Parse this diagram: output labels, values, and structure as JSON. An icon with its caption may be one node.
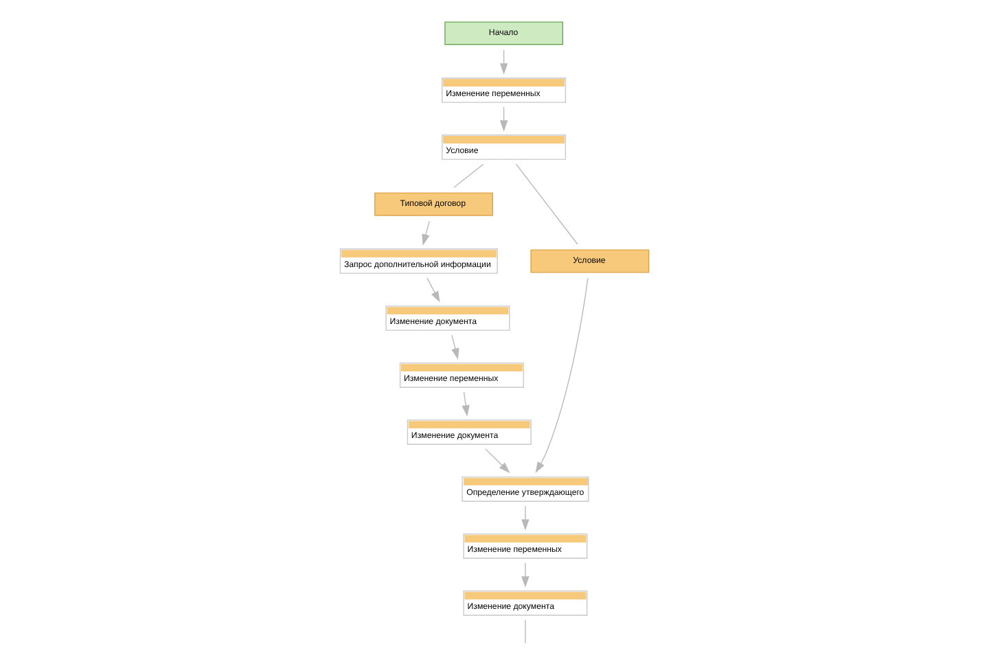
{
  "diagram": {
    "nodes": [
      {
        "text": [
          "Начало"
        ]
      },
      {
        "text": [
          "Изменение переменных"
        ]
      },
      {
        "text": [
          "Условие"
        ]
      },
      {
        "text": [
          "Типовой договор"
        ]
      },
      {
        "text": [
          "Запрос дополнительной информации"
        ]
      },
      {
        "text": [
          "Изменение документа"
        ]
      },
      {
        "text": [
          "Изменение переменных"
        ]
      },
      {
        "text": [
          "Изменение документа"
        ]
      },
      {
        "text": [
          "Условие"
        ]
      },
      {
        "text": [
          "Определение утверждающего"
        ]
      },
      {
        "text": [
          "Изменение переменных"
        ]
      },
      {
        "text": [
          "Изменение документа"
        ]
      }
    ],
    "edges": [
      {
        "from": 0,
        "to": 1,
        "arrow": "to"
      },
      {
        "from": 1,
        "to": 2,
        "arrow": "to"
      },
      {
        "from": 2,
        "to": 3,
        "arrow": "none"
      },
      {
        "from": 2,
        "to": 8,
        "arrow": "none"
      },
      {
        "from": 3,
        "to": 4,
        "arrow": "to"
      },
      {
        "from": 4,
        "to": 5,
        "arrow": "to"
      },
      {
        "from": 5,
        "to": 6,
        "arrow": "to"
      },
      {
        "from": 6,
        "to": 7,
        "arrow": "to"
      },
      {
        "from": 7,
        "to": 9,
        "arrow": "to"
      },
      {
        "from": 8,
        "to": 9,
        "arrow": "to"
      },
      {
        "from": 9,
        "to": 10,
        "arrow": "to"
      },
      {
        "from": 10,
        "to": 11,
        "arrow": "to"
      },
      {
        "from": 11,
        "to": null,
        "arrow": "none"
      }
    ]
  }
}
